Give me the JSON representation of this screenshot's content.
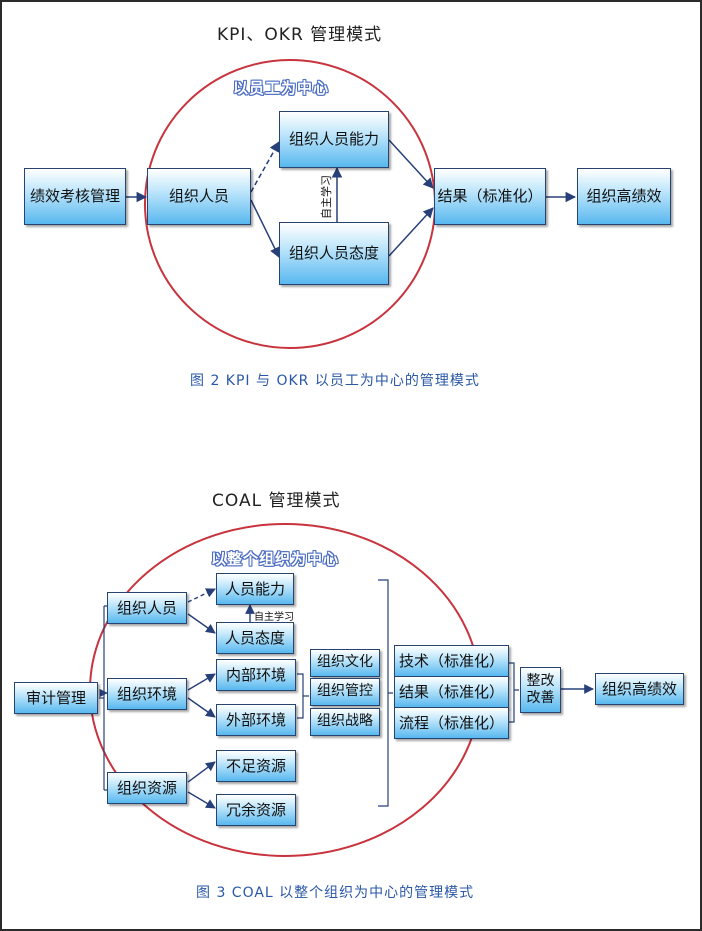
{
  "diagram1": {
    "title": "KPI、OKR 管理模式",
    "center_label": "以员工为中心",
    "caption": "图 2   KPI 与 OKR 以员工为中心的管理模式",
    "nodes": {
      "performance": "绩效考核管理",
      "org_people": "组织人员",
      "ability": "组织人员能力",
      "attitude": "组织人员态度",
      "result": "结果（标准化）",
      "high_perf": "组织高绩效"
    },
    "self_learning": "自主学习"
  },
  "diagram2": {
    "title": "COAL 管理模式",
    "center_label": "以整个组织为中心",
    "caption": "图 3     COAL 以整个组织为中心的管理模式",
    "nodes": {
      "audit": "审计管理",
      "people": "组织人员",
      "env": "组织环境",
      "resource": "组织资源",
      "ability": "人员能力",
      "attitude": "人员态度",
      "internal": "内部环境",
      "external": "外部环境",
      "shortage": "不足资源",
      "redundant": "冗余资源",
      "culture": "组织文化",
      "control": "组织管控",
      "strategy": "组织战略",
      "tech": "技术（标准化）",
      "result": "结果（标准化）",
      "process": "流程（标准化）",
      "rectify_1": "整改",
      "rectify_2": "改善",
      "high_perf": "组织高绩效"
    },
    "self_learning": "自主学习"
  },
  "colors": {
    "circle": "#c8333d",
    "arrow": "#27407a",
    "caption": "#2a58a8"
  }
}
